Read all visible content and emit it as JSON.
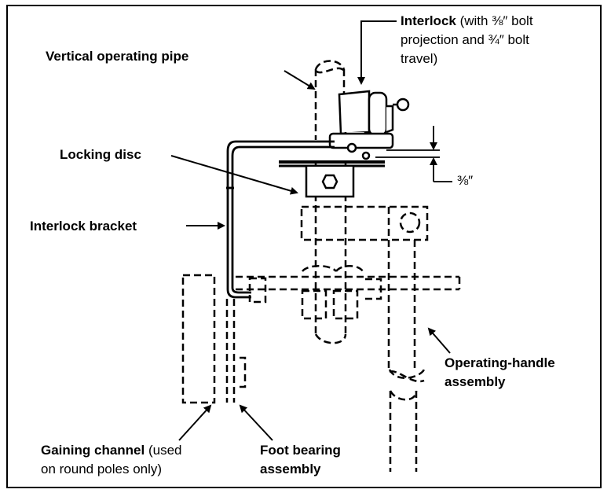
{
  "labels": {
    "interlock_title": "Interlock",
    "interlock_note_1": "(with ⅜″ bolt",
    "interlock_note_2": "projection and ¾″ bolt",
    "interlock_note_3": "travel)",
    "vertical_pipe": "Vertical operating pipe",
    "locking_disc": "Locking disc",
    "dimension": "⅜″",
    "interlock_bracket": "Interlock bracket",
    "handle_1": "Operating-handle",
    "handle_2": "assembly",
    "gaining_title": "Gaining channel",
    "gaining_note_1": "(used",
    "gaining_note_2": "on round poles only)",
    "foot_1": "Foot bearing",
    "foot_2": "assembly"
  }
}
